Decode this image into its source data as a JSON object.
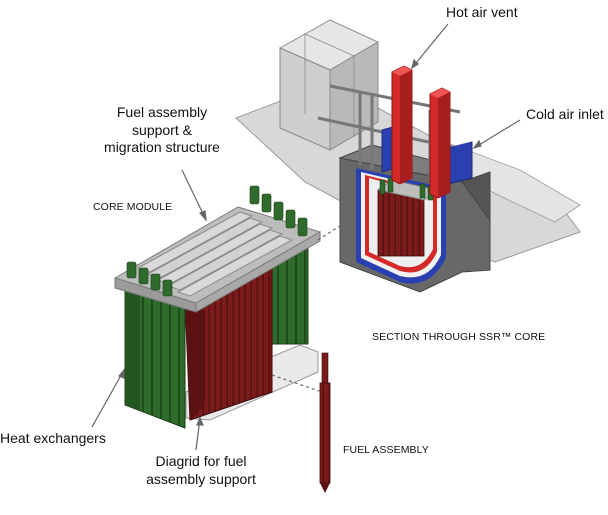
{
  "labels": {
    "hot_air_vent": "Hot air vent",
    "cold_air_inlet": "Cold air inlet",
    "fuel_support_line1": "Fuel assembly",
    "fuel_support_line2": "support &",
    "fuel_support_line3": "migration structure",
    "core_module": "CORE MODULE",
    "section_core": "SECTION THROUGH SSR™ CORE",
    "heat_exchangers": "Heat exchangers",
    "diagrid_line1": "Diagrid for  fuel",
    "diagrid_line2": "assembly support",
    "fuel_assembly": "FUEL ASSEMBLY"
  },
  "colors": {
    "heat_exchanger": "#2f6b2a",
    "fuel": "#7a1a1a",
    "vent_red": "#d42a2a",
    "inlet_blue": "#2a3fb0",
    "concrete": "#666666",
    "building": "#c9c9c9"
  }
}
